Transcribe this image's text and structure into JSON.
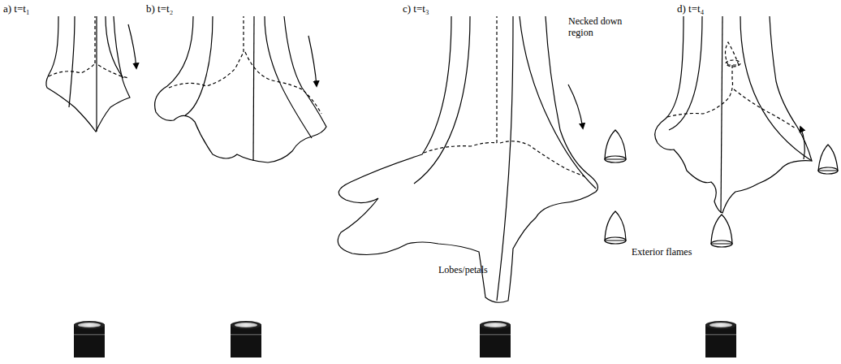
{
  "diagram": {
    "labels": [
      "a) t=t₁",
      "b) t=t₂",
      "c) t=t₃",
      "d) t=t₄",
      "Necked down region",
      "Lobes/petals",
      "Exterior flames"
    ]
  }
}
